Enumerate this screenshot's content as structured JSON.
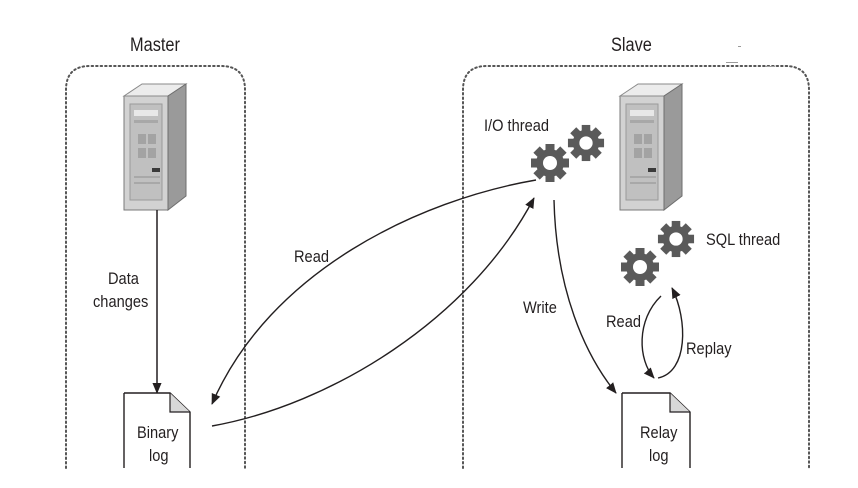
{
  "master": {
    "title": "Master",
    "arrow_label_line1": "Data",
    "arrow_label_line2": "changes",
    "log_line1": "Binary",
    "log_line2": "log"
  },
  "slave": {
    "title": "Slave",
    "io_thread": "I/O thread",
    "sql_thread": "SQL thread",
    "write": "Write",
    "read": "Read",
    "replay": "Replay",
    "log_line1": "Relay",
    "log_line2": "log"
  },
  "link": {
    "read": "Read"
  },
  "colors": {
    "line": "#231f20",
    "dotted_border": "#555555",
    "gear": "#5a5a5a",
    "server_light": "#e3e3e3",
    "server_mid": "#c4c4c4",
    "server_dark": "#8c8c8c"
  }
}
